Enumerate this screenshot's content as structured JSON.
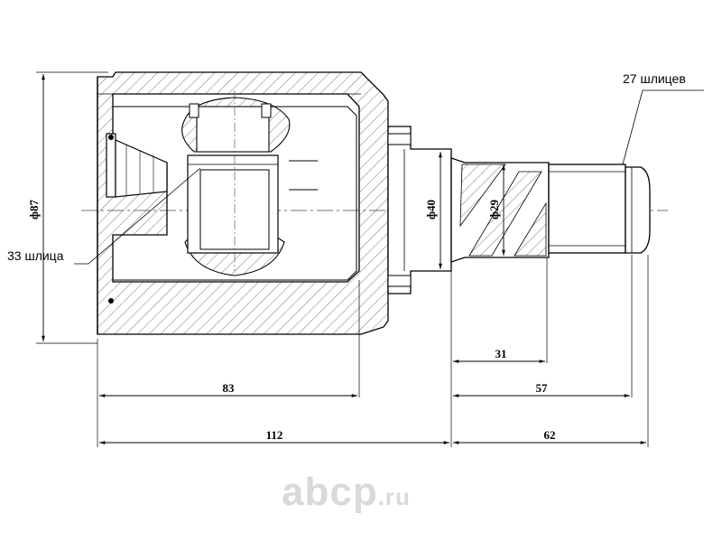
{
  "labels": {
    "spline_count_shaft": "27 шлицев",
    "spline_count_housing": "33 шлица"
  },
  "dimensions": {
    "housing_diameter": "ф87",
    "neck_diameter": "ф40",
    "shaft_diameter": "ф29",
    "housing_length": "83",
    "total_housing_length": "112",
    "spline_start": "31",
    "spline_end": "57",
    "shaft_length": "62"
  },
  "watermark": {
    "brand": "abcp",
    "tld": ".ru"
  }
}
